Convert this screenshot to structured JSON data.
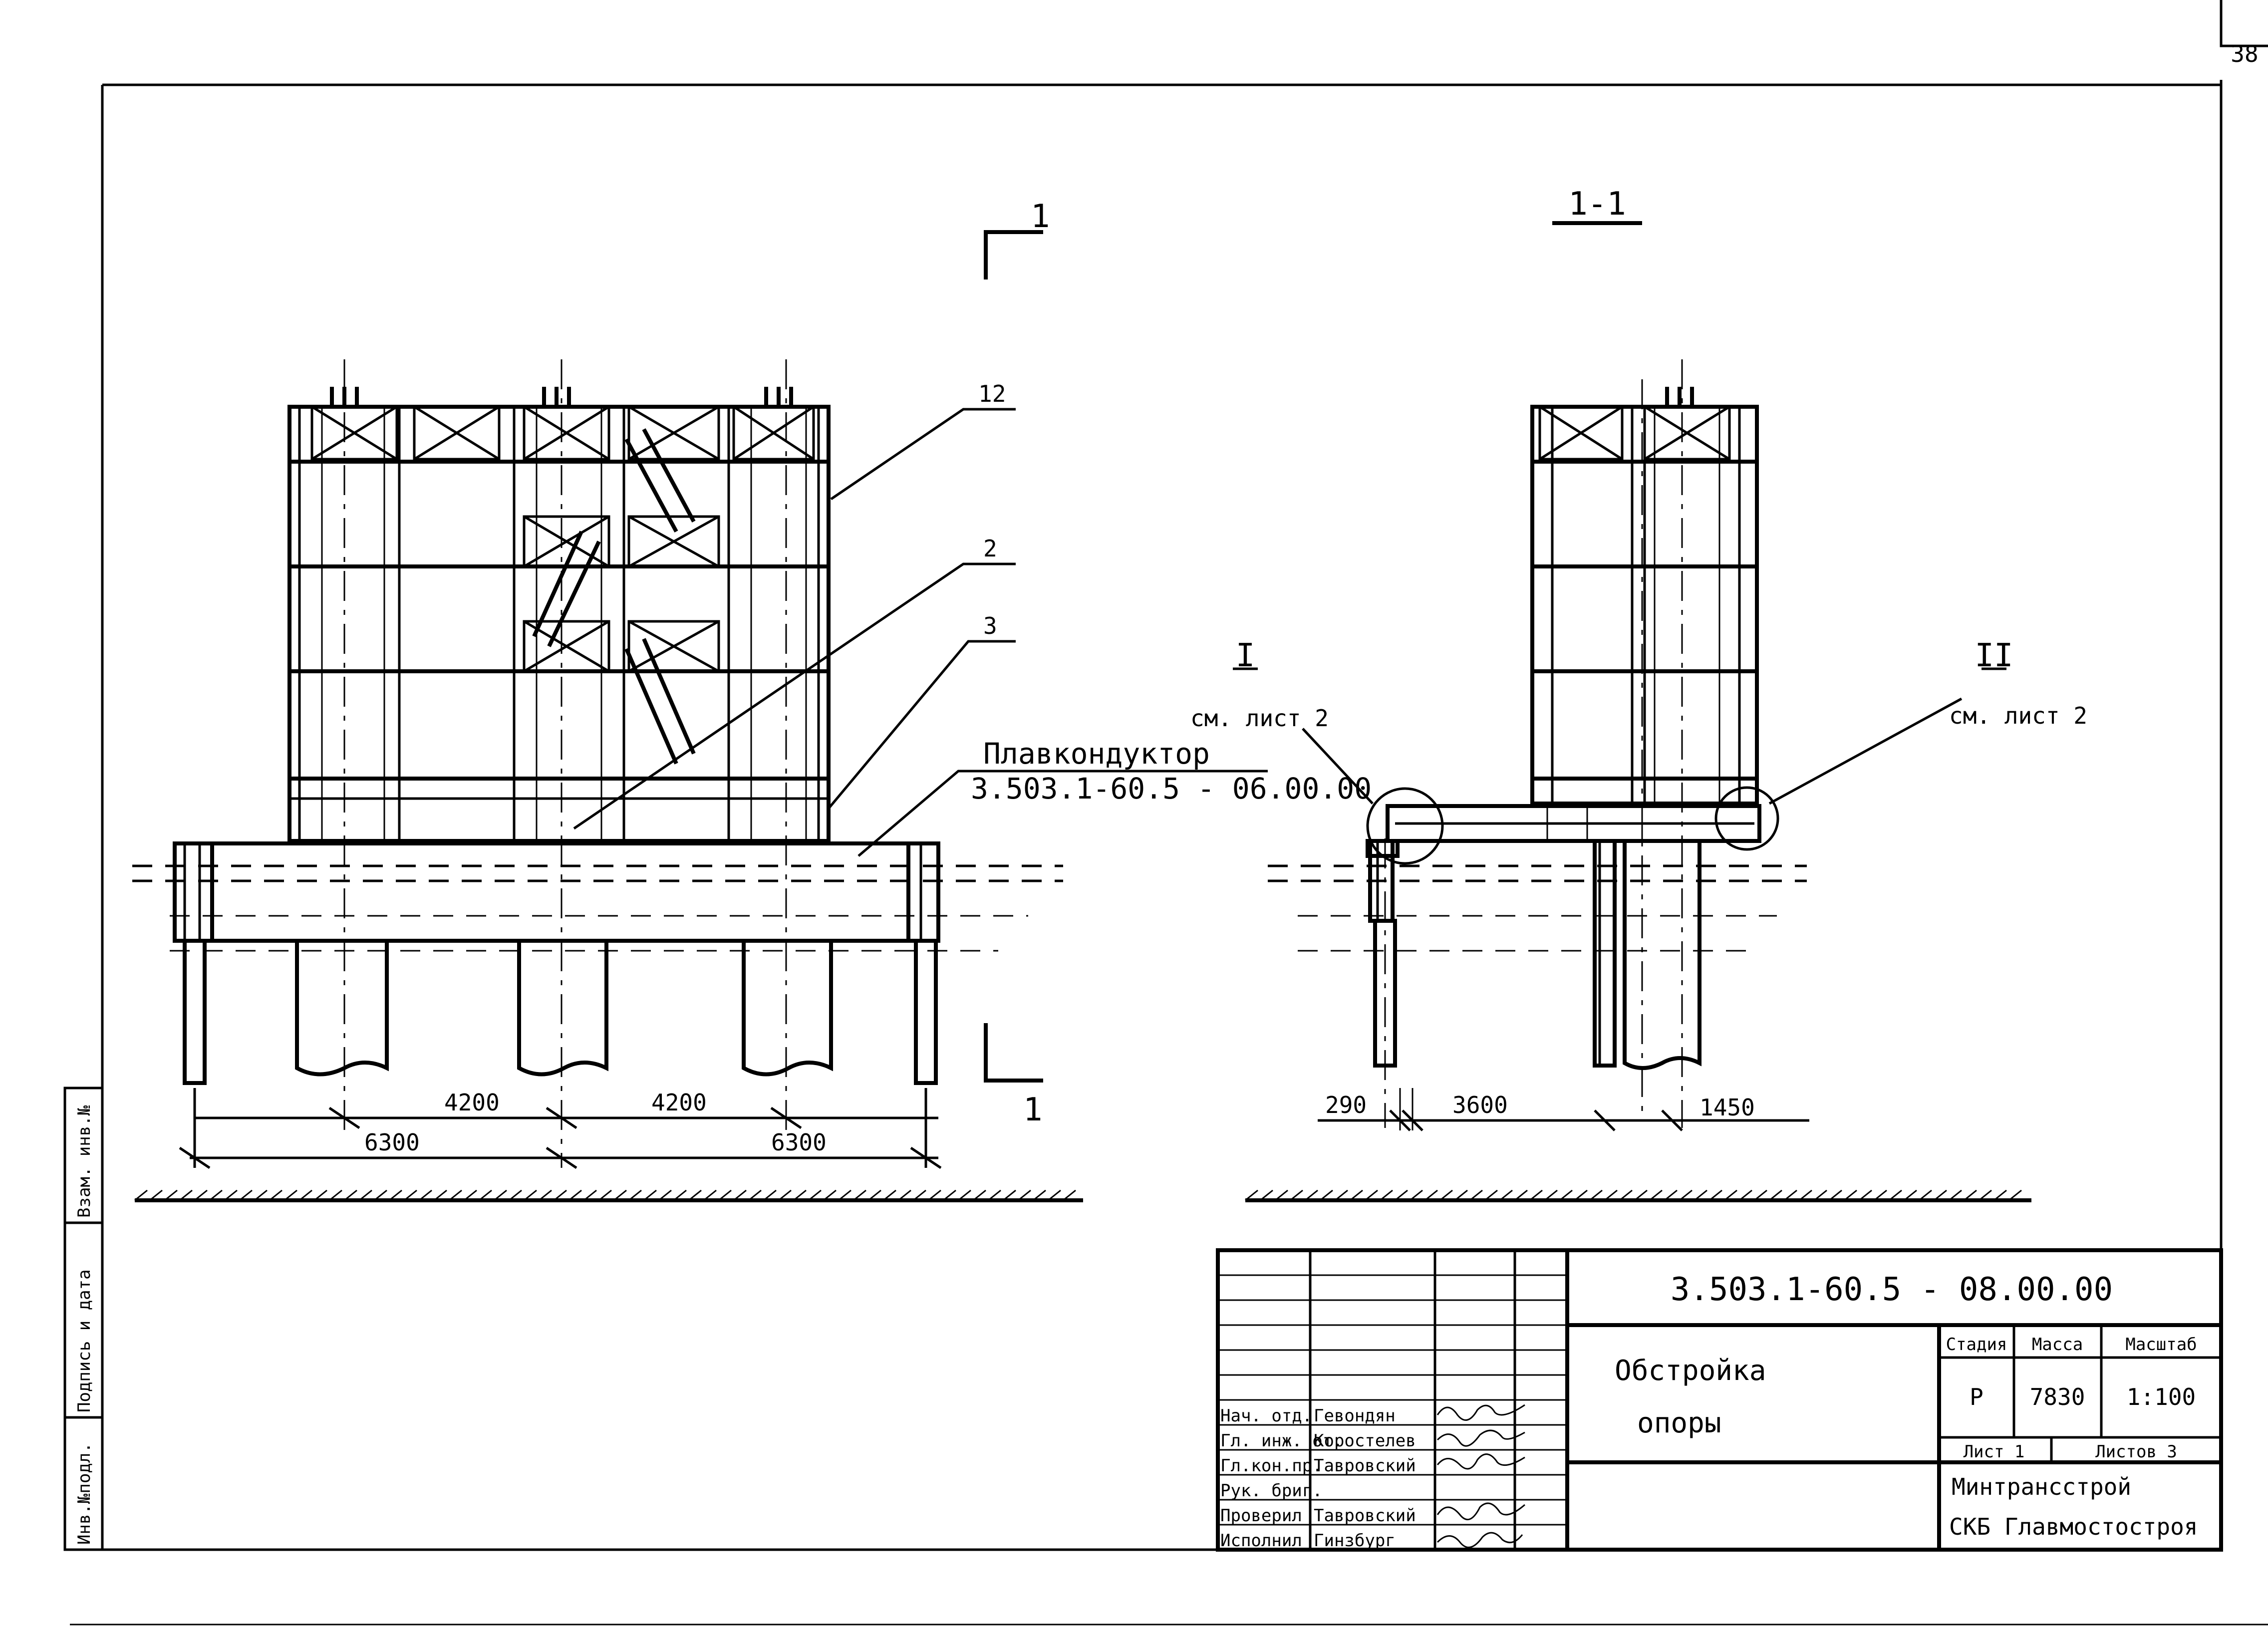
{
  "sheet": {
    "page_number": "38",
    "side_stamp": [
      "Инв.№подл.",
      "Подпись и дата",
      "Взам. инв.№"
    ]
  },
  "view_front": {
    "section_mark": "1",
    "callouts": [
      "12",
      "2",
      "3"
    ],
    "conductor_label": "Плавкондуктор",
    "conductor_code": "3.503.1-60.5 - 06.00.00",
    "dim_top": [
      "4200",
      "4200"
    ],
    "dim_bottom": [
      "6300",
      "6300"
    ]
  },
  "view_section": {
    "title": "1-1",
    "node_left": {
      "numeral": "I",
      "ref": "см. лист 2"
    },
    "node_right": {
      "numeral": "II",
      "ref": "см. лист 2"
    },
    "dims": [
      "290",
      "3600",
      "1450"
    ]
  },
  "title_block": {
    "code": "3.503.1-60.5 - 08.00.00",
    "name_line1": "Обстройка",
    "name_line2": "опоры",
    "headers": [
      "Стадия",
      "Масса",
      "Масштаб"
    ],
    "values": [
      "Р",
      "7830",
      "1:100"
    ],
    "sheet_no": "Лист 1",
    "sheets_total": "Листов 3",
    "org1": "Минтрансстрой",
    "org2": "СКБ Главмостостроя",
    "roles": [
      "Нач. отд.",
      "Гл. инж. от.",
      "Гл.кон.пр.",
      "Рук. бриг.",
      "Проверил",
      "Исполнил"
    ],
    "names": [
      "Гевондян",
      "Коростелев",
      "Тавровский",
      "",
      "Тавровский",
      "Гинзбург"
    ]
  },
  "colors": {
    "ink": "#000000",
    "paper": "#ffffff"
  }
}
